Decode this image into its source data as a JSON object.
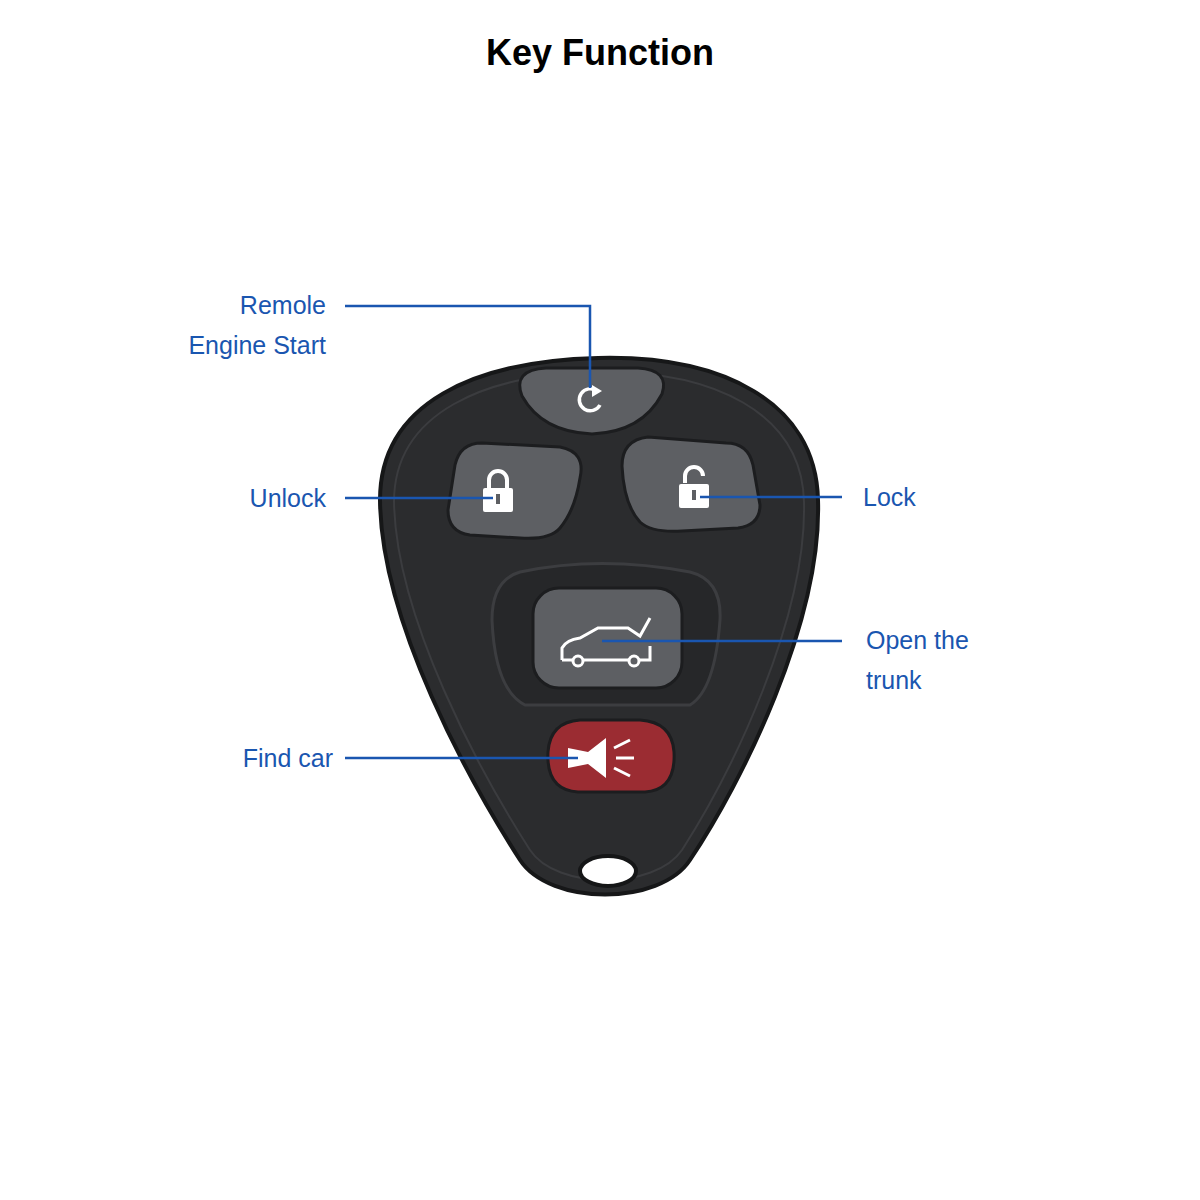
{
  "diagram": {
    "title": "Key Function",
    "labels": [
      "Remole Engine Start",
      "Unlock",
      "Lock",
      "Open the trunk",
      "Find car"
    ]
  }
}
